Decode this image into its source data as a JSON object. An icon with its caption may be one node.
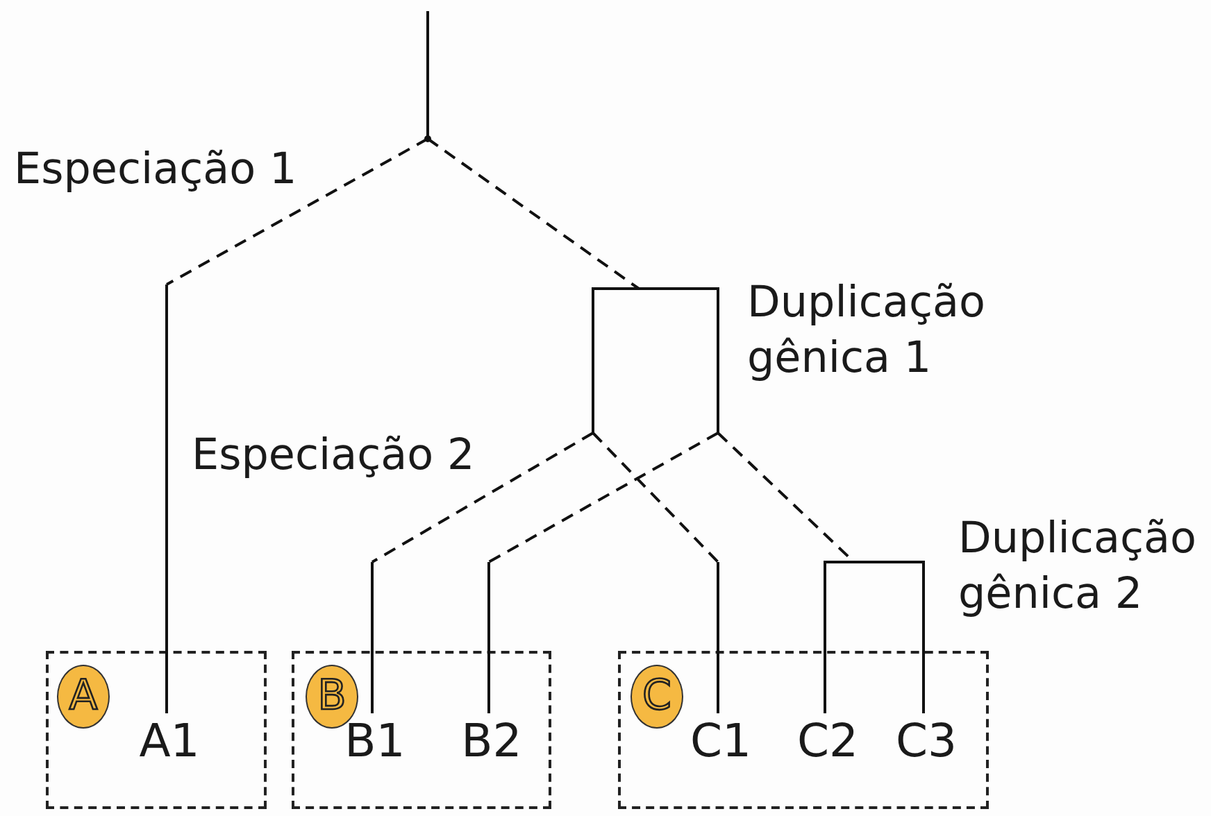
{
  "diagram": {
    "nodes": [
      {
        "text": [
          "Especiação 1"
        ]
      },
      {
        "text": [
          "Duplicação gênica 1"
        ]
      },
      {
        "text": [
          "Duplicação gênica 2"
        ]
      },
      {
        "text": [],
        "shape": "box"
      },
      {
        "text": [
          "A"
        ],
        "in": 3
      },
      {
        "text": [
          "A1"
        ],
        "in": 3
      },
      {
        "text": [],
        "shape": "box"
      },
      {
        "text": [
          "B"
        ],
        "in": 6
      },
      {
        "text": [
          "B1"
        ],
        "in": 6
      },
      {
        "text": [
          "B2"
        ],
        "in": 6
      },
      {
        "text": [],
        "shape": "box"
      },
      {
        "text": [
          "C"
        ],
        "in": 10
      },
      {
        "text": [
          "C1"
        ],
        "in": 10
      },
      {
        "text": [
          "C2"
        ],
        "in": 10
      },
      {
        "text": [
          "C3"
        ],
        "in": 10
      }
    ],
    "edges": [
      {
        "from": null,
        "to": 0,
        "arrow": "none"
      },
      {
        "from": 0,
        "to": 5,
        "arrow": "none",
        "style": "dashed"
      },
      {
        "from": 0,
        "to": 1,
        "arrow": "none",
        "style": "dashed"
      },
      {
        "from": 1,
        "to": 8,
        "arrow": "none",
        "style": "dashed"
      },
      {
        "from": 1,
        "to": 12,
        "arrow": "none",
        "style": "dashed"
      },
      {
        "from": 1,
        "to": 9,
        "arrow": "none",
        "style": "dashed"
      },
      {
        "from": 1,
        "to": 2,
        "arrow": "none",
        "style": "dashed"
      },
      {
        "from": 2,
        "to": 13,
        "arrow": "none"
      },
      {
        "from": 2,
        "to": 14,
        "arrow": "none"
      }
    ],
    "labels": [
      "Especiação 2"
    ]
  }
}
